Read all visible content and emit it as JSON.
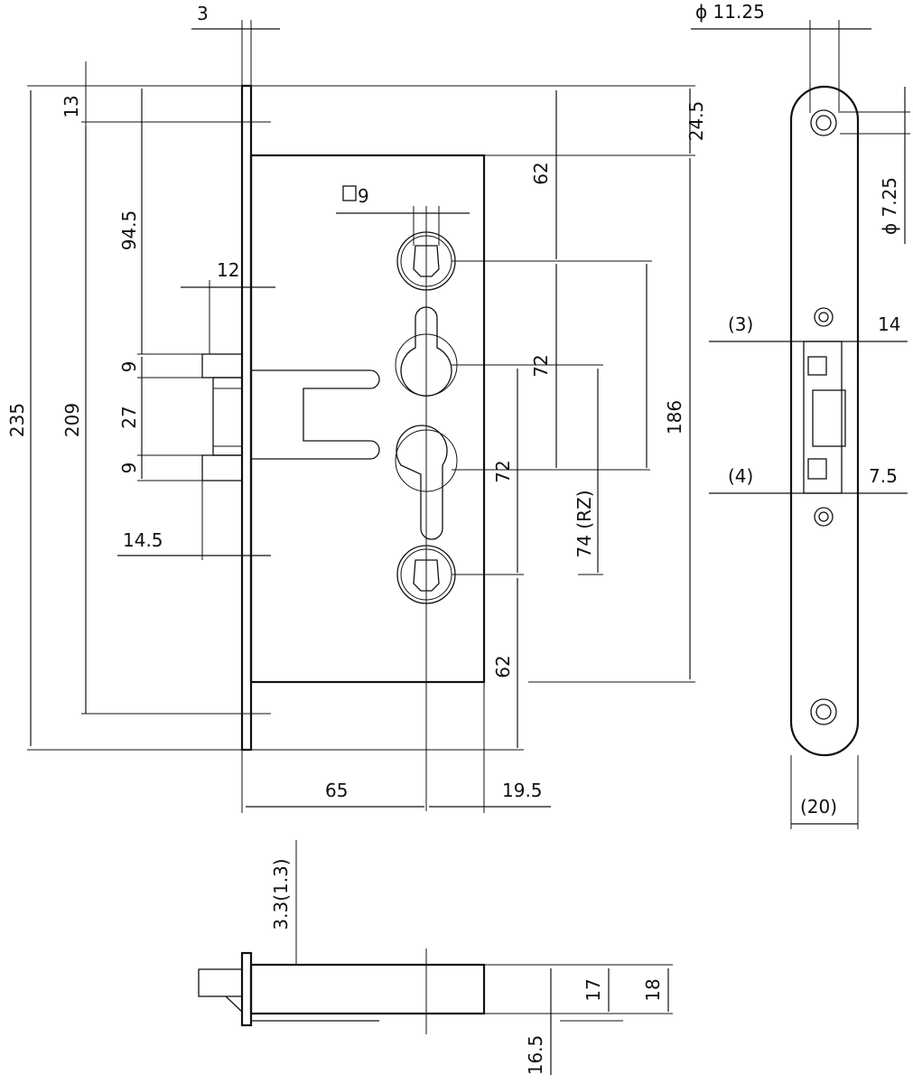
{
  "dimensions": {
    "front_plate_thickness": "3",
    "top_offset": "13",
    "overall_height": "235",
    "fixing_distance": "209",
    "to_follower": "94.5",
    "latch_projection": "12",
    "latch_top": "9",
    "latch_gap": "27",
    "latch_bottom": "9",
    "bolt_projection": "14.5",
    "top_to_case": "24.5",
    "case_top_to_follower": "62",
    "follower_square": "9",
    "follower_to_cylinder": "72",
    "cylinder_to_lower": "72",
    "rz_distance": "74 (RZ)",
    "case_height": "186",
    "lower_to_bottom": "62",
    "backset": "65",
    "case_rear": "19.5",
    "screw_hole_diameter": "ϕ 11.25",
    "countersink_diameter": "ϕ 7.25",
    "latch_offset": "(3)",
    "latch_width": "14",
    "bolt_offset": "(4)",
    "bolt_width": "7.5",
    "faceplate_width": "(20)",
    "plate_offset": "3.3(1.3)",
    "case_depth_a": "17",
    "case_depth_b": "18",
    "case_depth_c": "16.5"
  }
}
